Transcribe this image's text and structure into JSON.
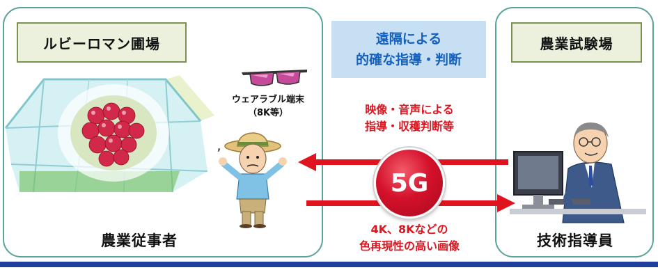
{
  "left_panel": {
    "label": "ルビーロマン圃場",
    "wearable_line1": "ウェアラブル端末",
    "wearable_line2": "（8K等）",
    "person_label": "農業従事者"
  },
  "right_panel": {
    "label": "農業試験場",
    "person_label": "技術指導員"
  },
  "center": {
    "remote_line1": "遠隔による",
    "remote_line2": "的確な指導・判断",
    "video_line1": "映像・音声による",
    "video_line2": "指導・収穫判断等",
    "badge": "5G",
    "hq_line1": "4K、8Kなどの",
    "hq_line2": "色再現性の高い画像"
  },
  "colors": {
    "panel_border": "#5aa39a",
    "label_bg": "#ebf1dd",
    "remote_bg": "#c6dff2",
    "remote_text": "#1560bd",
    "accent_red": "#e0141e",
    "bottom_bar": "#1e3f9a"
  }
}
